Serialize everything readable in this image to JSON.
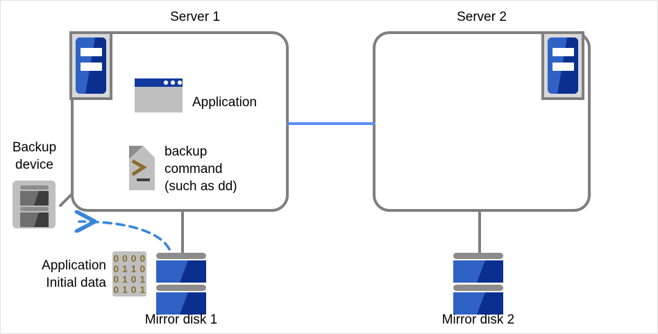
{
  "diagram": {
    "title_server1": "Server 1",
    "title_server2": "Server 2",
    "label_application": "Application",
    "label_backup_command_line1": "backup",
    "label_backup_command_line2": "command",
    "label_backup_command_line3": "(such as dd)",
    "label_backup_device_line1": "Backup",
    "label_backup_device_line2": "device",
    "label_app_initial_line1": "Application",
    "label_app_initial_line2": "Initial data",
    "label_mirror_disk1": "Mirror disk 1",
    "label_mirror_disk2": "Mirror disk 2",
    "binary_rows": [
      "0 0 0 0",
      "0 1 1 0",
      "0 1 0 1",
      "0 1 0 1"
    ]
  },
  "colors": {
    "box_border": "#7f7f7f",
    "interconnect_blue": "#5b8ff0",
    "arrow_blue": "#3a87d8",
    "icon_blue_light": "#2f62c4",
    "icon_blue_dark": "#0b2f8f",
    "icon_gray": "#bfbfbf",
    "icon_gray_dark": "#808080",
    "titlebar_blue": "#123a9e",
    "binary_text": "#8a6d2f",
    "backup_disk_dark": "#3d3d3d",
    "backup_disk_mid": "#6f6f6f",
    "text": "#000000",
    "page_bg": "#ffffff"
  }
}
